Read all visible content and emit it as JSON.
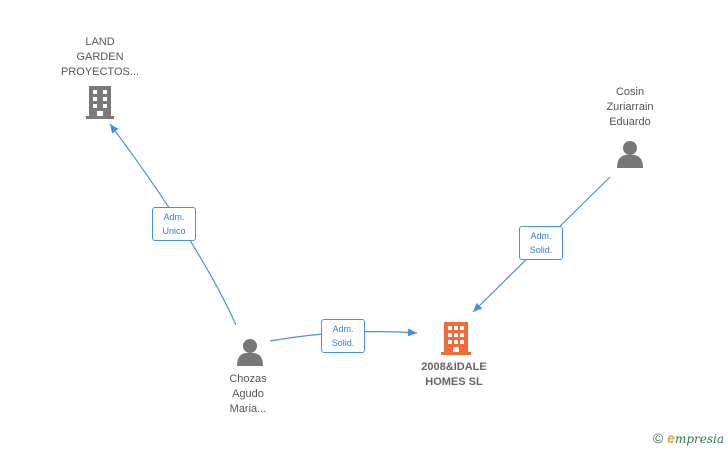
{
  "colors": {
    "edge": "#4a90d9",
    "company_icon": "#7a7a7a",
    "company_main_icon": "#f26b3a",
    "person_icon": "#777777"
  },
  "nodes": {
    "land_garden": {
      "lines": [
        "LAND",
        "GARDEN",
        "PROYECTOS..."
      ],
      "icon": "building-icon"
    },
    "cosin": {
      "lines": [
        "Cosin",
        "Zuriarrain",
        "Eduardo"
      ],
      "icon": "person-icon"
    },
    "chozas": {
      "lines": [
        "Chozas",
        "Agudo",
        "Maria..."
      ],
      "icon": "person-icon"
    },
    "main_company": {
      "lines": [
        "2008&IDALE",
        "HOMES  SL"
      ],
      "icon": "building-icon"
    }
  },
  "edges": {
    "chozas_to_land": {
      "lines": [
        "Adm.",
        "Unico"
      ]
    },
    "cosin_to_main": {
      "lines": [
        "Adm.",
        "Solid."
      ]
    },
    "chozas_to_main": {
      "lines": [
        "Adm.",
        "Solid."
      ]
    }
  },
  "footer": {
    "copyright": "©",
    "brand_initial": "e",
    "brand_rest": "mpresia"
  }
}
